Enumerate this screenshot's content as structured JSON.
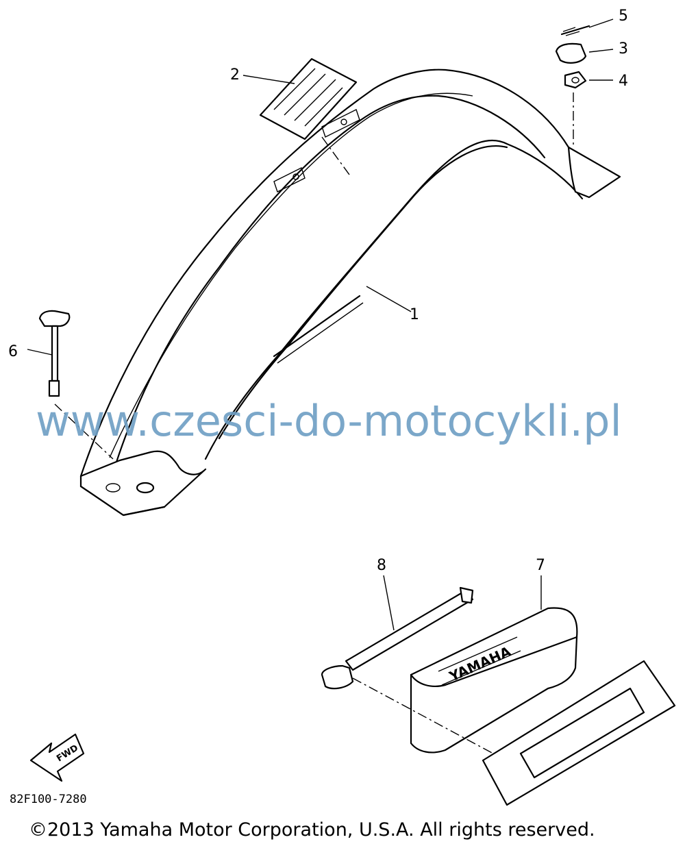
{
  "callouts": [
    {
      "id": "1",
      "label": "1"
    },
    {
      "id": "2",
      "label": "2"
    },
    {
      "id": "3",
      "label": "3"
    },
    {
      "id": "4",
      "label": "4"
    },
    {
      "id": "5",
      "label": "5"
    },
    {
      "id": "6",
      "label": "6"
    },
    {
      "id": "7",
      "label": "7"
    },
    {
      "id": "8",
      "label": "8"
    }
  ],
  "watermark": "www.czesci-do-motocykli.pl",
  "fwd_label": "FWD",
  "box_brand": "YAMAHA",
  "diagram_code": "82F100-7280",
  "copyright": "©2013 Yamaha Motor Corporation, U.S.A. All rights reserved."
}
